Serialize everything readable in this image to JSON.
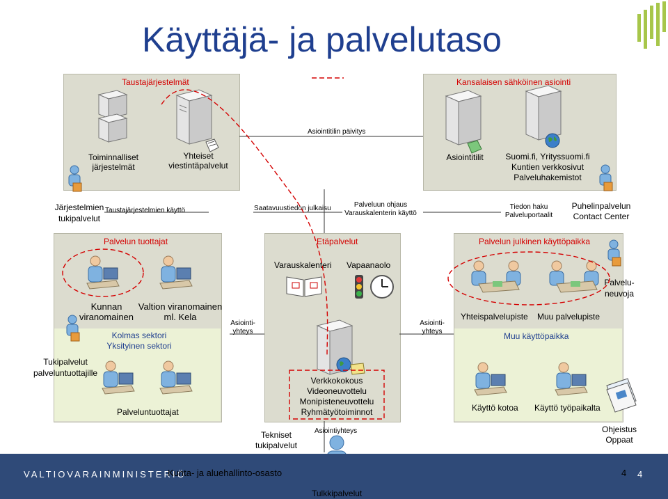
{
  "title": "Käyttäjä- ja palvelutaso",
  "colors": {
    "accent": "#1f3f8f",
    "panel": "#dcdccf",
    "highlight": "#d40000",
    "footer": "#2f4a78",
    "green": "#a7c64a"
  },
  "top_left_panel": {
    "title": "Taustajärjestelmät",
    "left_label": "Toiminnalliset\njärjestelmät",
    "right_label": "Yhteiset\nviestintäpalvelut"
  },
  "top_right_panel": {
    "title": "Kansalaisen sähköinen asiointi",
    "left_label": "Asiointitilit",
    "right_label": "Suomi.fi, Yrityssuomi.fi\nKuntien verkkosivut\nPalveluhakemistot"
  },
  "connectors": {
    "asiointitilin_paivitys": "Asiointitilin päivitys",
    "jarjestelmien_tukipalvelut": "Järjestelmien\ntukipalvelut",
    "taustajarjestelmien_kaytto": "Taustajärjestelmien käyttö",
    "saatavuustiedon_julkaisu": "Saatavuustiedon julkaisu",
    "palveluun_ohjaus": "Palveluun ohjaus\nVarauskalenterin käyttö",
    "tiedon_haku": "Tiedon haku\nPalveluportaalit",
    "puhelinpalvelun": "Puhelinpalvelun\nContact Center",
    "asiointiyhteys_left": "Asiointi-\nyhteys",
    "asiointiyhteys_right": "Asiointi-\nyhteys",
    "tukipalvelut": "Tukipalvelut\npalveluntuottajille",
    "tekniset_tukipalvelut": "Tekniset\ntukipalvelut",
    "asiointiyhteys_bottom": "Asiointiyhteys",
    "ohjeistus": "Ohjeistus\nOppaat",
    "tulkkipalvelut": "Tulkkipalvelut"
  },
  "left_panel": {
    "title": "Palvelun tuottajat",
    "kunnan": "Kunnan\nviranomainen",
    "valtion": "Valtion viranomainen\nml. Kela",
    "kolmas": "Kolmas sektori\nYksityinen sektori",
    "palveluntuottajat": "Palveluntuottajat"
  },
  "middle_panel": {
    "title": "Etäpalvelut",
    "varauskalenteri": "Varauskalenteri",
    "vapaanaolo": "Vapaanaolo",
    "verkko": "Verkkokokous\nVideoneuvottelu\nMonipisteneuvottelu\nRyhmätyötoiminnot"
  },
  "right_panel": {
    "title": "Palvelun julkinen käyttöpaikka",
    "palveluneuvoja": "Palvelu-\nneuvoja",
    "yhteispalvelupiste": "Yhteispalvelupiste",
    "muu_palvelupiste": "Muu palvelupiste",
    "muu_kayttopaikka": "Muu käyttöpaikka",
    "kaytto_kotoa": "Käyttö kotoa",
    "kaytto_tyopaikalta": "Käyttö työpaikalta"
  },
  "footer": {
    "brand": "VALTIOVARAINMINISTERIÖ",
    "department": "Kunta- ja aluehallinto-osasto",
    "page_left": "4",
    "page_right": "4"
  },
  "icons": [
    "server-icon",
    "computer-user-icon",
    "person-icon",
    "calendar-icon",
    "traffic-light-icon",
    "clock-icon",
    "globe-icon",
    "people-meeting-icon",
    "document-icon"
  ]
}
